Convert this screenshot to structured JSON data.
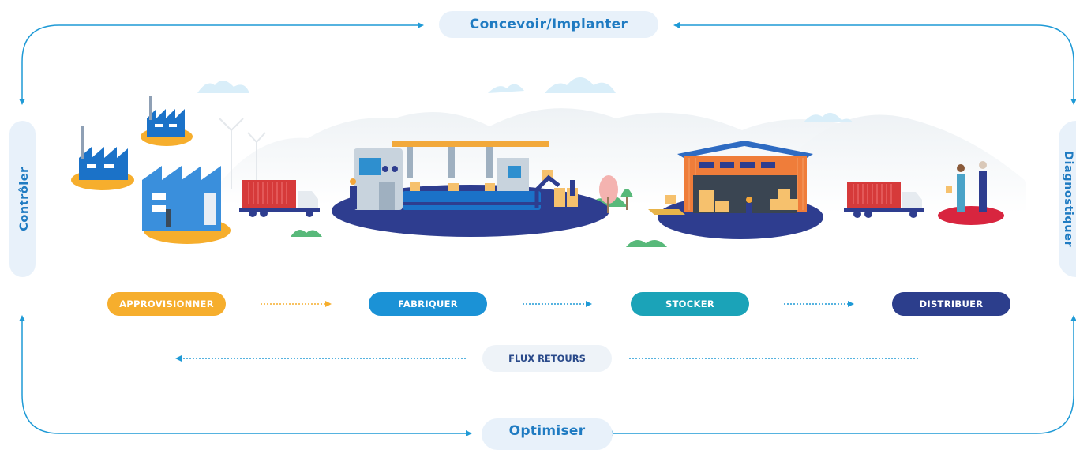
{
  "cycle": {
    "top": "Concevoir/Implanter",
    "bottom": "Optimiser",
    "left": "Contrôler",
    "right": "Diagnostiquer"
  },
  "stages": [
    {
      "label": "APPROVISIONNER",
      "color": "#f6ae2d"
    },
    {
      "label": "FABRIQUER",
      "color": "#1b92d6"
    },
    {
      "label": "STOCKER",
      "color": "#1ba3b8"
    },
    {
      "label": "DISTRIBUER",
      "color": "#2c3e8c"
    }
  ],
  "returns": {
    "label": "FLUX RETOURS"
  },
  "colors": {
    "cycle_line": "#1f9ad6",
    "pill_bg": "#e8f1fa",
    "platform": "#2e3d8f",
    "approvisionner_arrow": "#f6ae2d",
    "flow_arrow": "#1f9ad6"
  }
}
